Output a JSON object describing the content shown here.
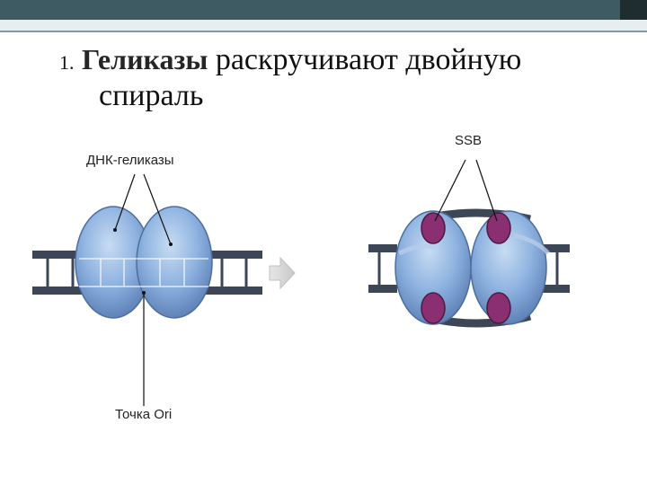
{
  "slide": {
    "title_number": "1.",
    "title_bold": "Геликазы",
    "title_rest": " раскручивают двойную",
    "title_line2": "спираль"
  },
  "diagram": {
    "label_helicase": "ДНК-геликазы",
    "label_ori": "Точка Ori",
    "label_ssb": "SSB"
  },
  "colors": {
    "header_dark": "#3e5a63",
    "header_light": "#e8eef0",
    "enzyme_fill": "#7fa6d8",
    "ssb_fill": "#8a2f72",
    "dna_strand": "#3d4656"
  }
}
